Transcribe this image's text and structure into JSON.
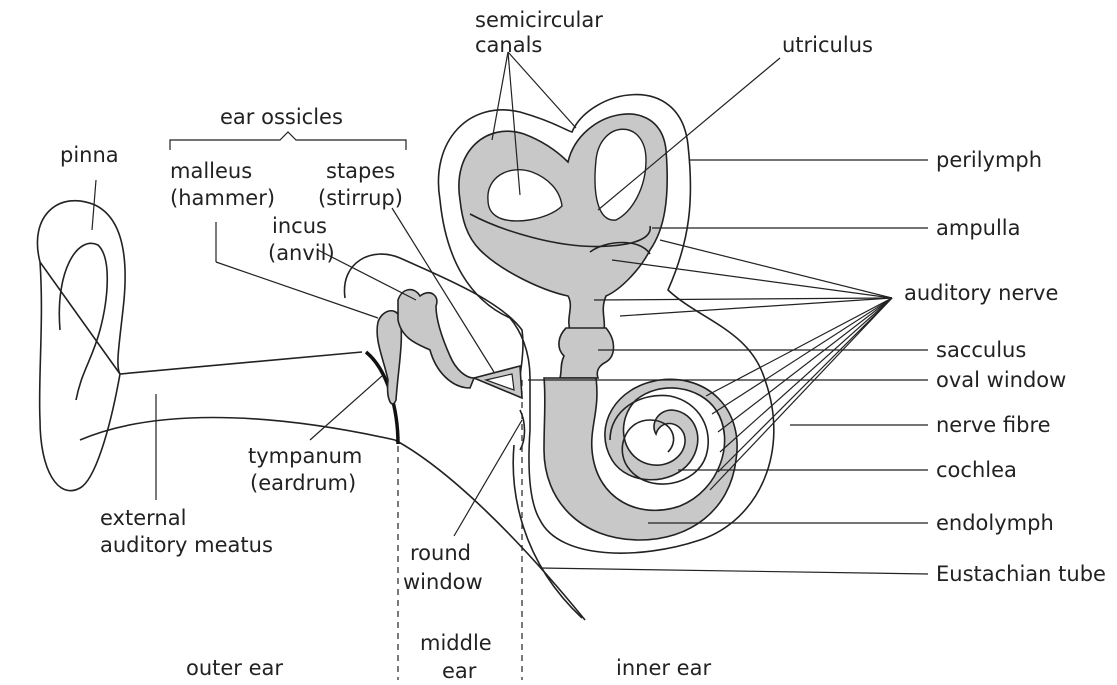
{
  "labels": {
    "semicircular": "semicircular",
    "canals": "canals",
    "utriculus": "utriculus",
    "ear_ossicles": "ear ossicles",
    "pinna": "pinna",
    "malleus": "malleus",
    "hammer": "(hammer)",
    "stapes": "stapes",
    "stirrup": "(stirrup)",
    "incus": "incus",
    "anvil": "(anvil)",
    "perilymph": "perilymph",
    "ampulla": "ampulla",
    "auditory_nerve": "auditory nerve",
    "sacculus": "sacculus",
    "oval_window": "oval window",
    "nerve_fibre": "nerve fibre",
    "cochlea": "cochlea",
    "endolymph": "endolymph",
    "eustachian_tube": "Eustachian tube",
    "tympanum": "tympanum",
    "eardrum": "(eardrum)",
    "external": "external",
    "auditory_meatus": "auditory meatus",
    "round": "round",
    "window": "window",
    "outer_ear": "outer ear",
    "middle": "middle",
    "ear": "ear",
    "inner_ear": "inner ear"
  },
  "colors": {
    "fluid_fill": "#c8c8c8",
    "line": "#222222"
  }
}
